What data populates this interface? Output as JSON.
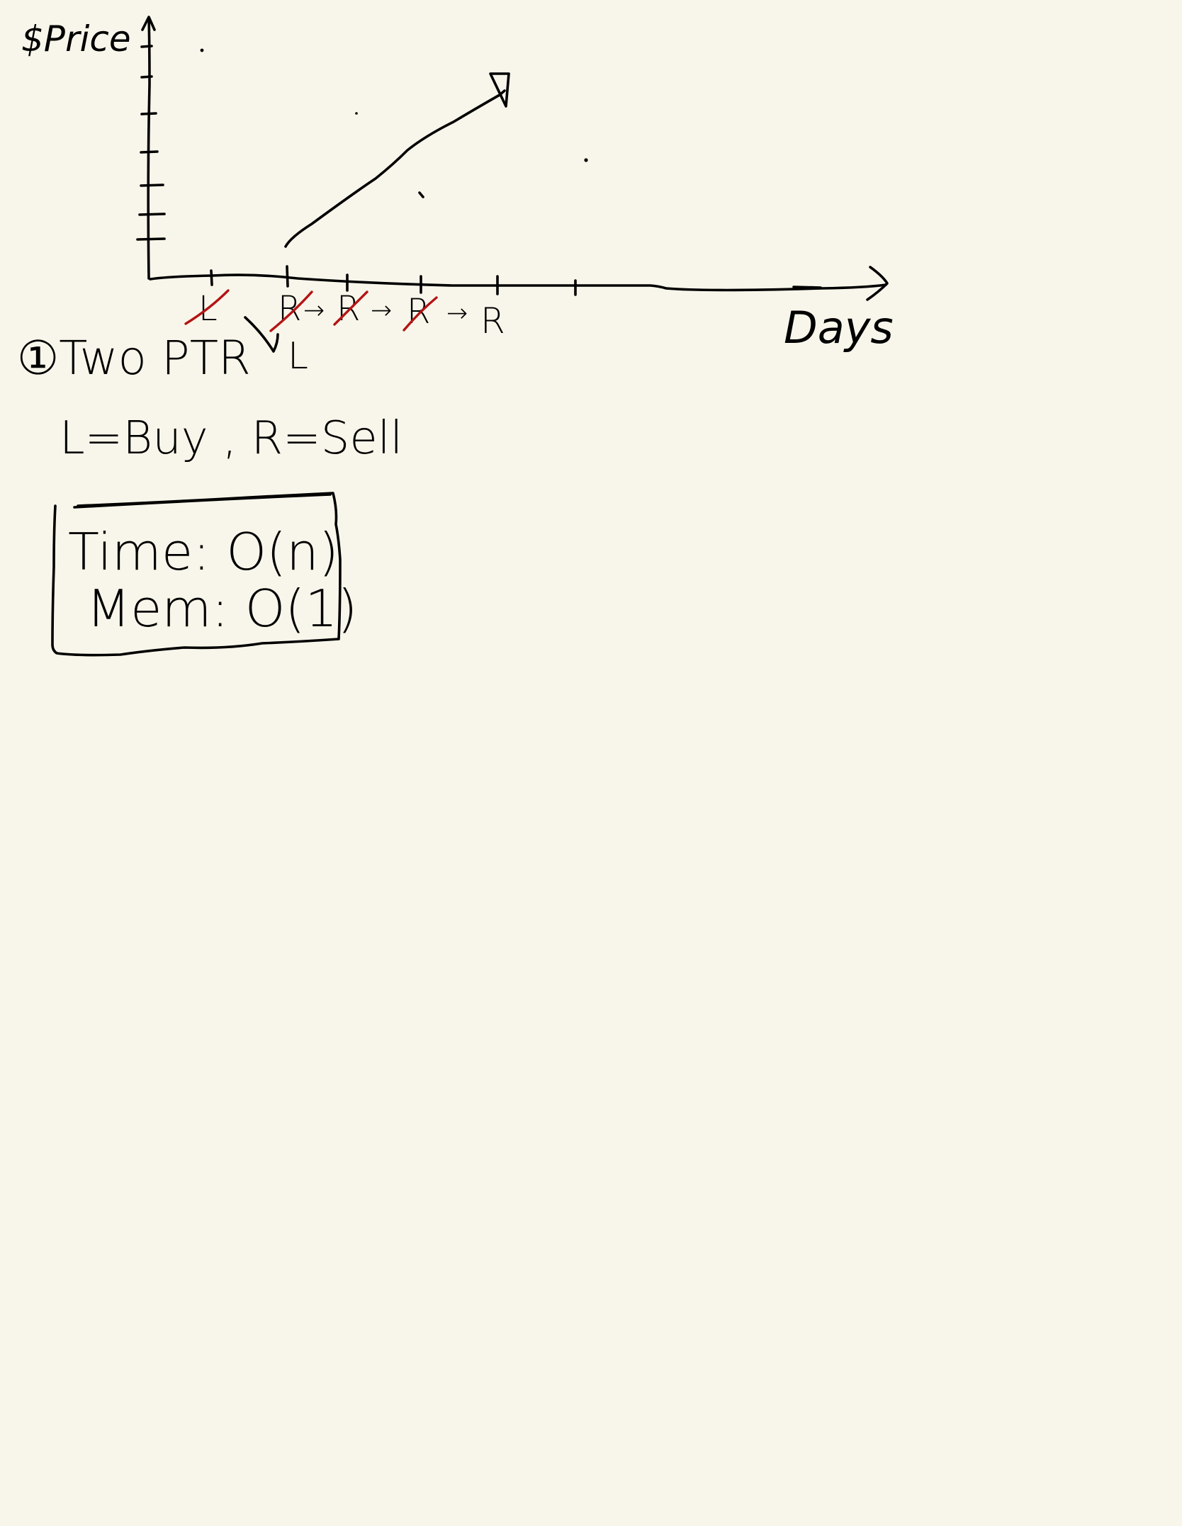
{
  "colors": {
    "paper": "#F8F6EA",
    "ink": "#000000",
    "correction": "#B41414"
  },
  "axes": {
    "y_label": "$Price",
    "x_label": "Days"
  },
  "pointer_labels": {
    "first_left": "L",
    "moves": [
      "R",
      "→",
      "R",
      "→",
      "R",
      "→",
      "R"
    ],
    "new_left": "L"
  },
  "notes": {
    "method": "①Two PTR",
    "legend": "L=Buy , R=Sell"
  },
  "complexity": {
    "time": "Time: O(n)",
    "memory": "Mem: O(1)"
  }
}
